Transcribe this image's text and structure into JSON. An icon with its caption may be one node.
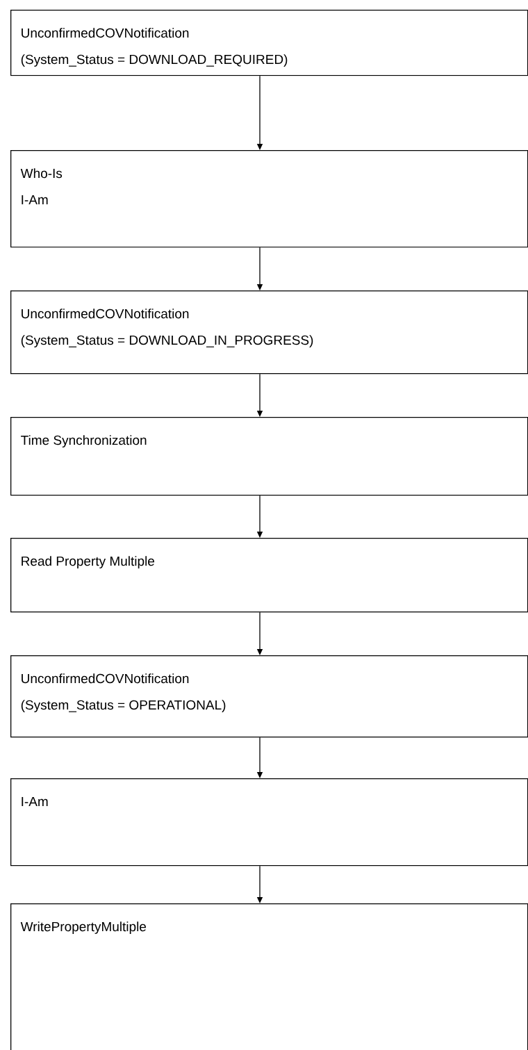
{
  "diagram": {
    "nodes": [
      {
        "text": [
          "UnconfirmedCOVNotification",
          "(System_Status = DOWNLOAD_REQUIRED)"
        ]
      },
      {
        "text": [
          "Who-Is",
          "I-Am"
        ]
      },
      {
        "text": [
          "UnconfirmedCOVNotification",
          "(System_Status = DOWNLOAD_IN_PROGRESS)"
        ]
      },
      {
        "text": [
          "Time Synchronization"
        ]
      },
      {
        "text": [
          "Read Property Multiple"
        ]
      },
      {
        "text": [
          "UnconfirmedCOVNotification",
          "(System_Status = OPERATIONAL)"
        ]
      },
      {
        "text": [
          "I-Am"
        ]
      },
      {
        "text": [
          "WritePropertyMultiple"
        ]
      }
    ],
    "edges": [
      {
        "from": 0,
        "to": 1,
        "arrow": "to"
      },
      {
        "from": 1,
        "to": 2,
        "arrow": "to"
      },
      {
        "from": 2,
        "to": 3,
        "arrow": "to"
      },
      {
        "from": 3,
        "to": 4,
        "arrow": "to"
      },
      {
        "from": 4,
        "to": 5,
        "arrow": "to"
      },
      {
        "from": 5,
        "to": 6,
        "arrow": "to"
      },
      {
        "from": 6,
        "to": 7,
        "arrow": "to"
      }
    ]
  }
}
